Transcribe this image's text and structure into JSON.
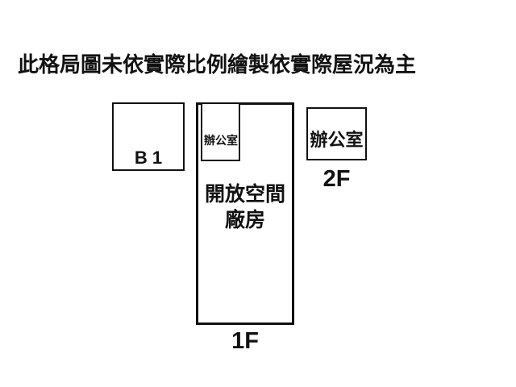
{
  "disclaimer": "此格局圖未依實際比例繪製依實際屋況為主",
  "rooms": {
    "b1": {
      "label": "B 1"
    },
    "f1": {
      "area_label_line1": "開放空間",
      "area_label_line2": "廠房",
      "floor_label": "1F"
    },
    "f1_office": {
      "label": "辦公室"
    },
    "f2_office": {
      "label": "辦公室",
      "floor_label": "2F"
    }
  },
  "colors": {
    "line": "#111111",
    "background": "#ffffff"
  }
}
